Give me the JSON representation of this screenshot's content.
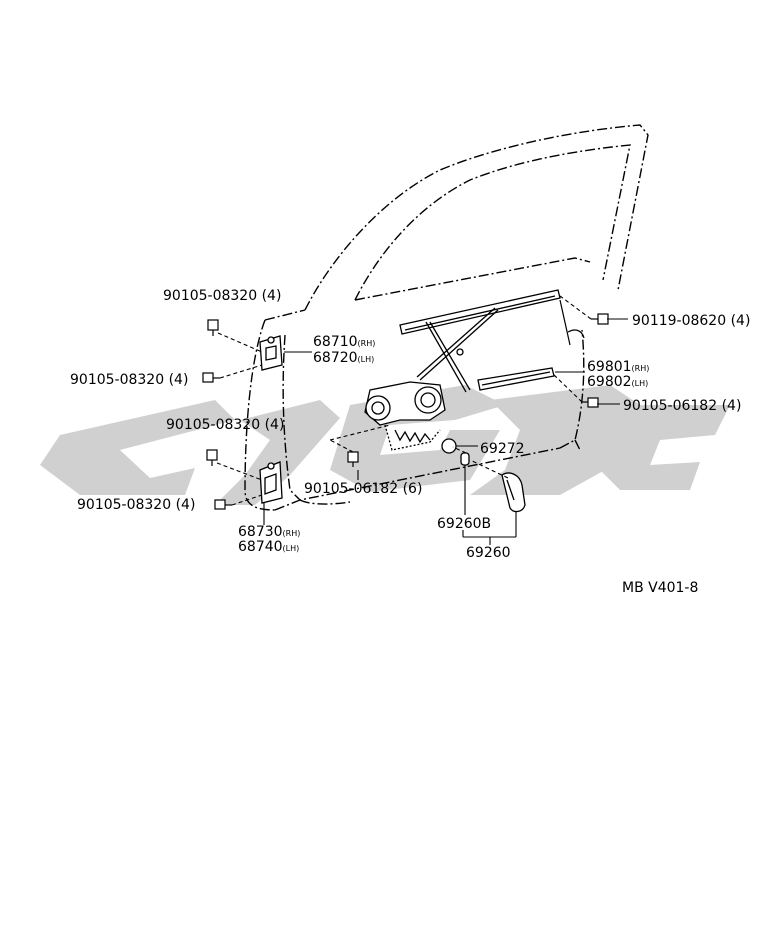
{
  "watermark": {
    "text": "cjgoc",
    "color": "#c8c8c8"
  },
  "labels": {
    "bolt_upper_hinge_top": "90105-08320 (4)",
    "bolt_upper_hinge_side": "90105-08320 (4)",
    "bolt_lower_hinge_top": "90105-08320 (4)",
    "bolt_lower_hinge_side": "90105-08320 (4)",
    "upper_hinge_rh": "68710",
    "upper_hinge_rh_tag": "(RH)",
    "upper_hinge_lh": "68720",
    "upper_hinge_lh_tag": "(LH)",
    "lower_hinge_rh": "68730",
    "lower_hinge_rh_tag": "(RH)",
    "lower_hinge_lh": "68740",
    "lower_hinge_lh_tag": "(LH)",
    "bolt_regulator_upper": "90119-08620 (4)",
    "regulator_rh": "69801",
    "regulator_rh_tag": "(RH)",
    "regulator_lh": "69802",
    "regulator_lh_tag": "(LH)",
    "bolt_regulator_side": "90105-06182 (4)",
    "bolt_motor": "90105-06182 (6)",
    "cushion": "69272",
    "handle_clip": "69260B",
    "handle_assy": "69260"
  },
  "reference": "MB V401-8"
}
